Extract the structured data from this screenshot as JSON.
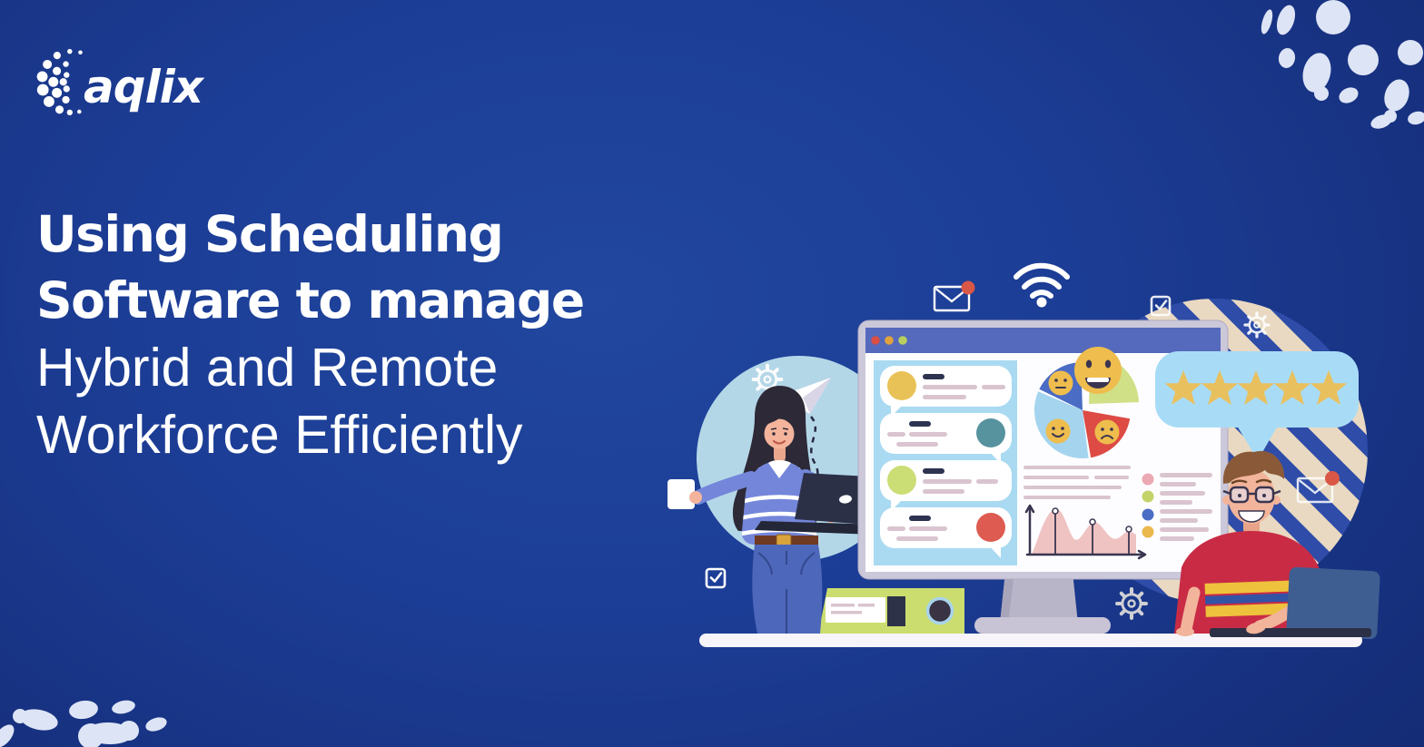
{
  "brand": {
    "logo_text": "aqlix"
  },
  "hero": {
    "title_lines": [
      {
        "text": "Using Scheduling",
        "style": "extrabold"
      },
      {
        "text": "Software to manage",
        "style": "extrabold"
      },
      {
        "text": "Hybrid and Remote",
        "style": "regular"
      },
      {
        "text": "Workforce Efficiently",
        "style": "regular"
      }
    ]
  },
  "illustration": {
    "star_rating": 5,
    "monitor_window_dots": [
      "#d94f44",
      "#e2a23d",
      "#b8cf5e"
    ],
    "chat_bubble_count": 4,
    "chat_avatar_colors": [
      "#e9c257",
      "#57939f",
      "#cbdd75",
      "#dd5b50"
    ],
    "pie_moods": [
      "very-happy",
      "neutral",
      "smiling",
      "sad"
    ],
    "legend_colors": [
      "#eba9b4",
      "#c3d36a",
      "#4a6cc4",
      "#eab84c"
    ],
    "icons": [
      "email-icon",
      "wifi-icon",
      "gear-icon",
      "checkbox-icon",
      "paper-plane-icon",
      "star-icon"
    ]
  },
  "colors": {
    "background_center": "#21479f",
    "background_edge": "#132a70",
    "text": "#ffffff",
    "star_gold": "#e9c05e",
    "rating_bubble_blue": "#a8dcf6",
    "chat_panel_blue": "#a9daf1",
    "circle_light_blue": "#b4d7e8",
    "stripe_beige": "#e9d9c2",
    "decoration_blob": "#dde4f5"
  }
}
